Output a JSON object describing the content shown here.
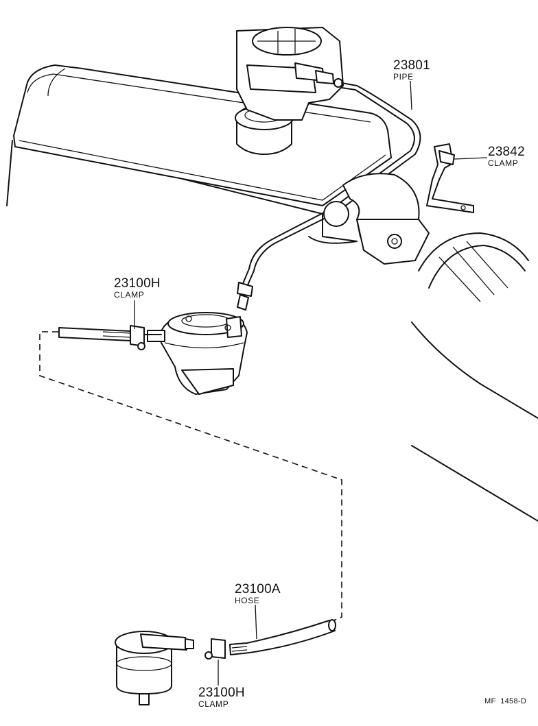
{
  "callouts": [
    {
      "id": "23801",
      "number": "23801",
      "name": "PIPE"
    },
    {
      "id": "23842",
      "number": "23842",
      "name": "CLAMP"
    },
    {
      "id": "23100H_top",
      "number": "23100H",
      "name": "CLAMP"
    },
    {
      "id": "23100A",
      "number": "23100A",
      "name": "HOSE"
    },
    {
      "id": "23100H_bottom",
      "number": "23100H",
      "name": "CLAMP"
    }
  ],
  "reference": "MF  1458-D"
}
